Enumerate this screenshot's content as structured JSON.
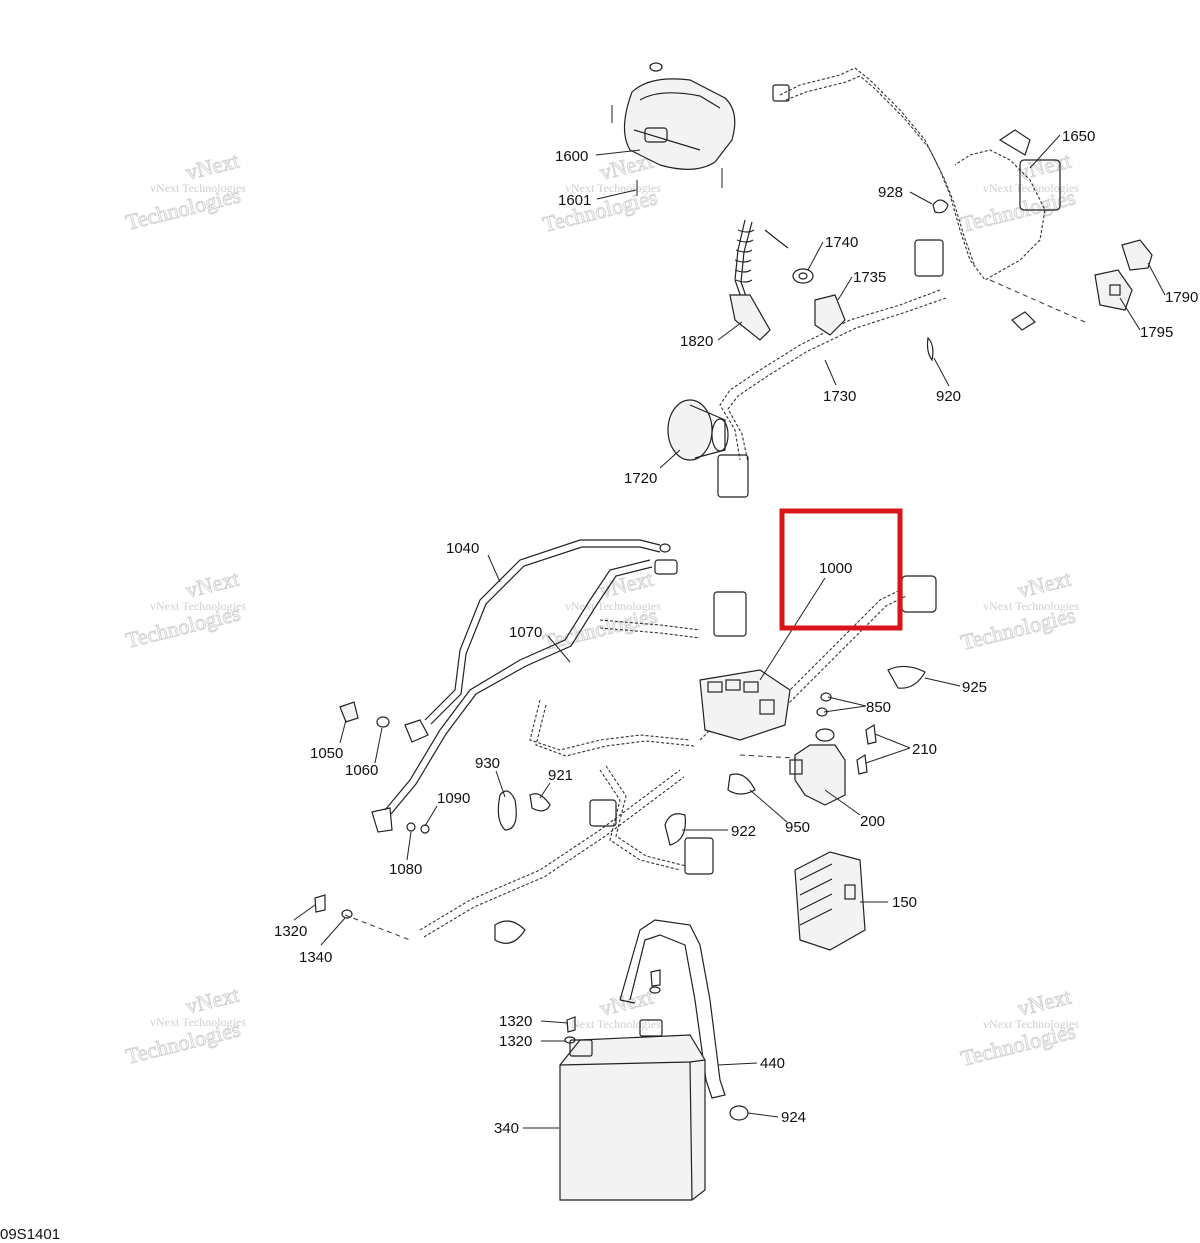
{
  "diagram_code": "09S1401",
  "watermark": {
    "line1": "vNext Technologies",
    "line2": "vNext",
    "line3": "Technologies"
  },
  "highlight": {
    "part": "1000",
    "color": "#d9151b"
  },
  "callouts": {
    "c1600": "1600",
    "c1601": "1601",
    "c1650": "1650",
    "c928": "928",
    "c1740": "1740",
    "c1735": "1735",
    "c1790": "1790",
    "c1795": "1795",
    "c1820": "1820",
    "c1730": "1730",
    "c920": "920",
    "c1720": "1720",
    "c1040": "1040",
    "c1000": "1000",
    "c1070": "1070",
    "c925": "925",
    "c850": "850",
    "c210": "210",
    "c1050": "1050",
    "c1060": "1060",
    "c930": "930",
    "c921": "921",
    "c1090": "1090",
    "c922": "922",
    "c950": "950",
    "c200": "200",
    "c1080": "1080",
    "c150": "150",
    "c1320a": "1320",
    "c1340": "1340",
    "c1320b": "1320",
    "c1320c": "1320",
    "c440": "440",
    "c924": "924",
    "c340": "340"
  }
}
